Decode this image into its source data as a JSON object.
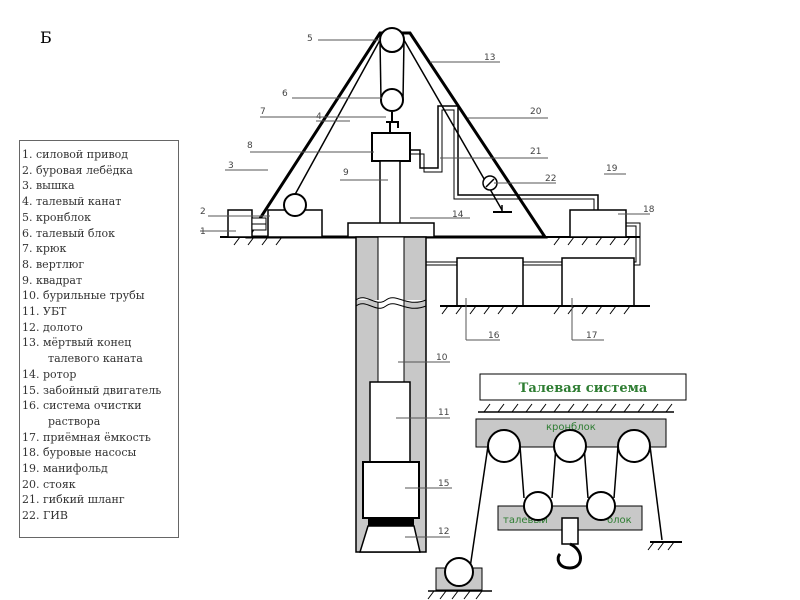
{
  "corner_letter": "Б",
  "legend": [
    "1. силовой привод",
    "2. буровая лебёдка",
    "3. вышка",
    "4. талевый канат",
    "5. кронблок",
    "6. талевый блок",
    "7. крюк",
    "8. вертлюг",
    "9. квадрат",
    "10. бурильные трубы",
    "11. УБТ",
    "12. долото",
    "13. мёртвый конец",
    "талевого каната",
    "14. ротор",
    "15. забойный двигатель",
    "16. система очистки",
    "раствора",
    "17. приёмная ёмкость",
    "18. буровые насосы",
    "19. манифольд",
    "20. стояк",
    "21. гибкий шланг",
    "22. ГИВ"
  ],
  "callouts": {
    "n1": "1",
    "n2": "2",
    "n3": "3",
    "n4": "4",
    "n5": "5",
    "n6": "6",
    "n7": "7",
    "n8": "8",
    "n9": "9",
    "n10": "10",
    "n11": "11",
    "n12": "12",
    "n13": "13",
    "n14": "14",
    "n15": "15",
    "n16": "16",
    "n17": "17",
    "n18": "18",
    "n19": "19",
    "n20": "20",
    "n21": "21",
    "n22": "22"
  },
  "talevaya": {
    "title": "Талевая система",
    "kronblok": "кронблок",
    "talevyi": "талевый",
    "blok": "блок"
  }
}
